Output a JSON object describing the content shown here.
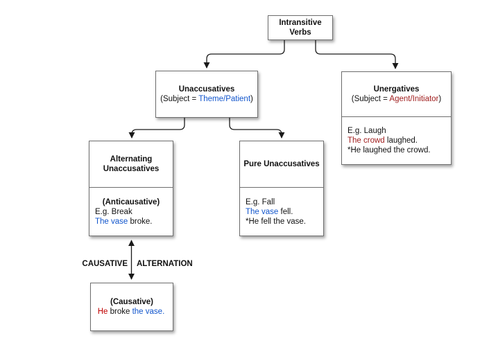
{
  "colors": {
    "patient_blue": "#1155cc",
    "agent_dark_red": "#9e1a1a",
    "causative_red": "#c00000",
    "arrow_black": "#1a1a1a",
    "box_border_gray": "#6e6e6e"
  },
  "nodes": {
    "root": {
      "title": "Intransitive Verbs"
    },
    "unaccusatives": {
      "title": "Unaccusatives",
      "subtitle": [
        {
          "t": "(Subject = "
        },
        {
          "t": "Theme/Patient",
          "c": "#1155cc"
        },
        {
          "t": ")"
        }
      ]
    },
    "unergatives": {
      "title": "Unergatives",
      "subtitle": [
        {
          "t": "(Subject = "
        },
        {
          "t": "Agent/Initiator",
          "c": "#9e1a1a"
        },
        {
          "t": ")"
        }
      ],
      "examples": [
        [
          {
            "t": "E.g. Laugh"
          }
        ],
        [
          {
            "t": "The crowd",
            "c": "#9e1a1a"
          },
          {
            "t": " laughed."
          }
        ],
        [
          {
            "t": "*He laughed the crowd."
          }
        ]
      ]
    },
    "alternating_unaccusatives": {
      "title": "Alternating Unaccusatives",
      "subtype_label": "(Anticausative)",
      "examples": [
        [
          {
            "t": "E.g. Break"
          }
        ],
        [
          {
            "t": "The vase",
            "c": "#1155cc"
          },
          {
            "t": " broke."
          }
        ]
      ]
    },
    "pure_unaccusatives": {
      "title": "Pure Unaccusatives",
      "examples": [
        [
          {
            "t": "E.g. Fall"
          }
        ],
        [
          {
            "t": "The vase",
            "c": "#1155cc"
          },
          {
            "t": " fell."
          }
        ],
        [
          {
            "t": "*He fell the vase."
          }
        ]
      ]
    },
    "causative": {
      "subtype_label": "(Causative)",
      "examples": [
        [
          {
            "t": "He",
            "c": "#c00000"
          },
          {
            "t": " broke "
          },
          {
            "t": "the vase.",
            "c": "#1155cc"
          }
        ]
      ]
    }
  },
  "edge_labels": {
    "causative": "CAUSATIVE",
    "alternation": "ALTERNATION"
  }
}
